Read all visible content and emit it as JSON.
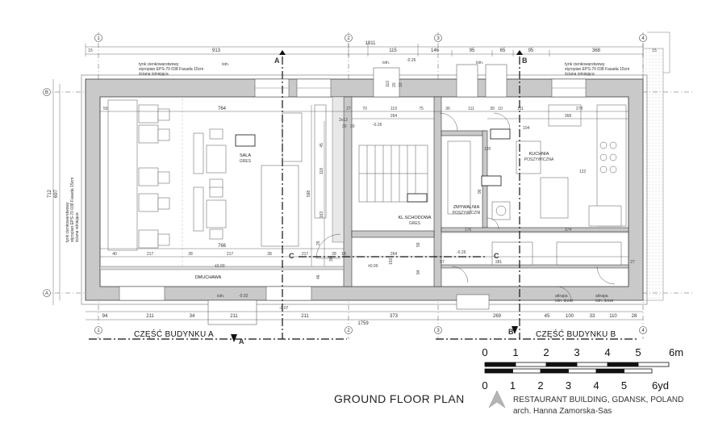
{
  "title": "GROUND FLOOR PLAN",
  "subtitle": "RESTAURANT BUILDING, GDANSK, POLAND",
  "architect": "arch. Hanna Zamorska-Sas",
  "sections": {
    "a": "CZĘŚĆ BUDYNKU A",
    "b": "CZĘŚĆ BUDYNKU B"
  },
  "rooms": {
    "sala": [
      "SALA",
      "GRES"
    ],
    "klatka": [
      "KL.SCHODOWA",
      "GRES"
    ],
    "zmywalnia": [
      "ZMYWALNIA",
      "POSZYWICZNI"
    ],
    "kuchnia": [
      "KUCHNIA",
      "POSZYWICZNA"
    ],
    "dmuchawa": "DMUCHAWA"
  },
  "axes": {
    "top": [
      "1",
      "2",
      "3",
      "4"
    ],
    "left": [
      "B",
      "A"
    ]
  },
  "section_marks": {
    "a": "A",
    "b": "B",
    "c": "C"
  },
  "notes": {
    "left_top": [
      "tynk cienkowarstwowy",
      "styropian EPS-70 038 Fasada 15cm",
      "ściana istniejąca"
    ],
    "right_top": [
      "tynk cienkowarstwowy",
      "styropian EPS-70 038 Fasada 15cm",
      "ściana istniejąca"
    ],
    "left_vertical": [
      "tynk cienkowarstwowy",
      "styropian EPS-70 038 Fasada 15cm",
      "ściana istniejąca"
    ],
    "stn": "istn.",
    "attrapa": [
      "attrapa",
      "istn. drzwi"
    ]
  },
  "dimensions": {
    "overall_top": "1811",
    "top_row": [
      "913",
      "115",
      "146",
      "95",
      "65",
      "95",
      "368"
    ],
    "top_small": [
      "15",
      "15"
    ],
    "left_overall": [
      "712",
      "697"
    ],
    "room_row": [
      "764",
      "27",
      "70",
      "119",
      "75",
      "36",
      "111",
      "39",
      "10",
      "111",
      "278"
    ],
    "inner_row": [
      "264",
      "368"
    ],
    "bottom_inner": [
      "766",
      "176",
      "374"
    ],
    "bottom_row_1": [
      "40",
      "217",
      "28",
      "217",
      "28",
      "217",
      "28",
      "18",
      "264",
      "57",
      "281",
      "27"
    ],
    "bottom_overall": [
      "94",
      "211",
      "34",
      "211",
      "211",
      "373",
      "269",
      "45",
      "100",
      "33",
      "110",
      "28"
    ],
    "bottom_total": "1759",
    "vertical_mid": [
      "598",
      "118",
      "163",
      "45"
    ],
    "levels": [
      "-0.26",
      "-0.26",
      "±0.00",
      "±0.00",
      "-0.02",
      "-0.07",
      "-0.26"
    ],
    "misc": [
      "50",
      "104",
      "120",
      "122",
      "96",
      "153",
      "94",
      "59",
      "46",
      "2x13",
      "30",
      "30",
      "25",
      "30",
      "110",
      "20",
      "10"
    ]
  },
  "scale_bars": {
    "metric": {
      "labels": [
        "0",
        "1",
        "2",
        "3",
        "4",
        "5",
        "6m"
      ]
    },
    "imperial": {
      "labels": [
        "0",
        "1",
        "2",
        "3",
        "4",
        "5",
        "6yd"
      ]
    }
  }
}
